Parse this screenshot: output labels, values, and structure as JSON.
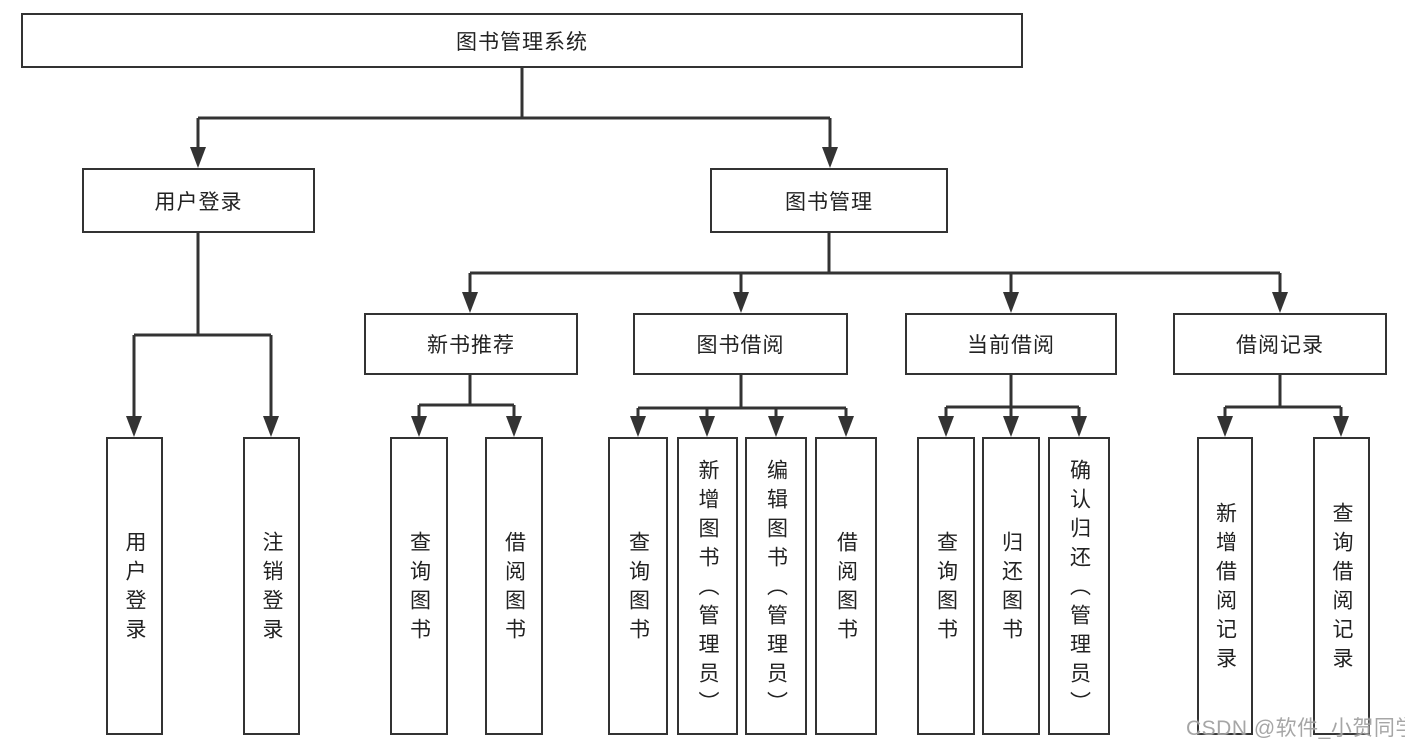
{
  "tree": {
    "label": "图书管理系统",
    "children": [
      {
        "label": "用户登录",
        "children": [
          {
            "label": "用户登录"
          },
          {
            "label": "注销登录"
          }
        ]
      },
      {
        "label": "图书管理",
        "children": [
          {
            "label": "新书推荐",
            "children": [
              {
                "label": "查询图书"
              },
              {
                "label": "借阅图书"
              }
            ]
          },
          {
            "label": "图书借阅",
            "children": [
              {
                "label": "查询图书"
              },
              {
                "label": "新增图书（管理员）"
              },
              {
                "label": "编辑图书（管理员）"
              },
              {
                "label": "借阅图书"
              }
            ]
          },
          {
            "label": "当前借阅",
            "children": [
              {
                "label": "查询图书"
              },
              {
                "label": "归还图书"
              },
              {
                "label": "确认归还（管理员）"
              }
            ]
          },
          {
            "label": "借阅记录",
            "children": [
              {
                "label": "新增借阅记录"
              },
              {
                "label": "查询借阅记录"
              }
            ]
          }
        ]
      }
    ]
  },
  "watermark": "CSDN @软件_小贺同学",
  "colors": {
    "line": "#333333",
    "text": "#222222",
    "background": "#ffffff",
    "watermark": "#9e9e9e"
  }
}
